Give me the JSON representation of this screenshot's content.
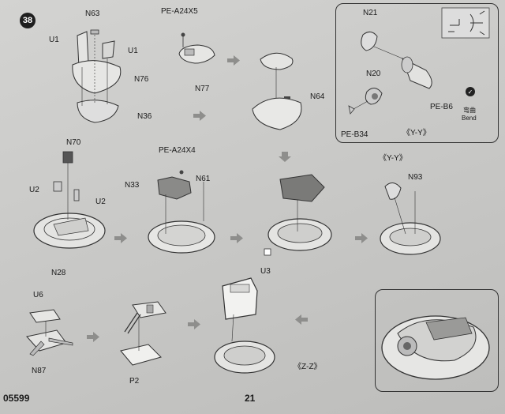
{
  "step_number": "38",
  "parts": {
    "n63": "N63",
    "u1_left": "U1",
    "u1_right": "U1",
    "n76": "N76",
    "n36": "N36",
    "pe_a24x5": "PE-A24X5",
    "n77": "N77",
    "n64": "N64",
    "n21": "N21",
    "n20": "N20",
    "pe_b6": "PE-B6",
    "pe_b34": "PE-B34",
    "n70": "N70",
    "u2_left": "U2",
    "u2_right": "U2",
    "n28": "N28",
    "pe_a24x4": "PE-A24X4",
    "n33": "N33",
    "n61": "N61",
    "u3": "U3",
    "n93": "N93",
    "u6": "U6",
    "n87": "N87",
    "p2": "P2"
  },
  "views": {
    "yy_main": "《Y-Y》",
    "yy_detail": "《Y-Y》",
    "zz": "《Z-Z》"
  },
  "bend": {
    "cn": "弯曲",
    "en": "Bend"
  },
  "footer": {
    "kit_number": "05599",
    "page_number": "21"
  }
}
